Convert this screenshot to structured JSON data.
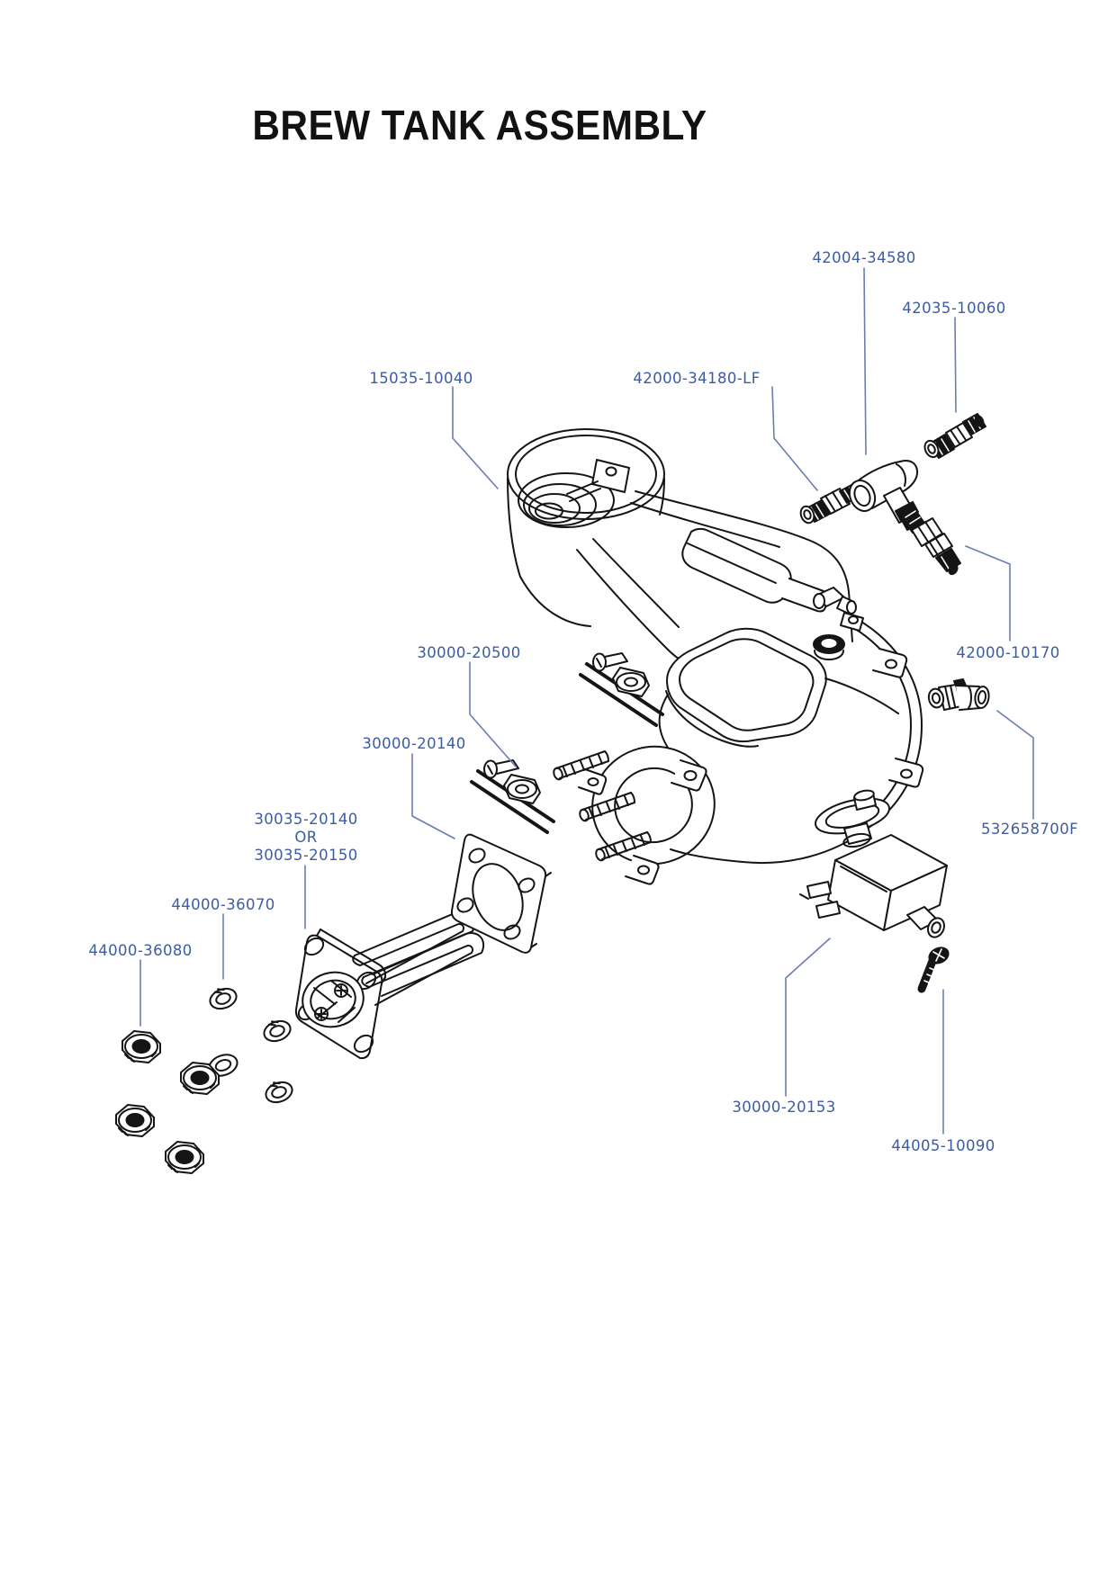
{
  "page": {
    "title": "BREW TANK ASSEMBLY"
  },
  "colors": {
    "label_text": "#3d5ca2",
    "leader_line": "#6a7db2",
    "line_art": "#151515",
    "background": "#ffffff"
  },
  "diagram": {
    "labels": [
      {
        "part_number": "15035-10040"
      },
      {
        "part_number": "42000-34180-LF"
      },
      {
        "part_number": "42004-34580"
      },
      {
        "part_number": "42035-10060"
      },
      {
        "part_number": "42000-10170"
      },
      {
        "part_number": "30000-20500"
      },
      {
        "part_number": "30000-20140"
      },
      {
        "part_number": "30035-20140",
        "separator": "OR",
        "alt_part_number": "30035-20150"
      },
      {
        "part_number": "44000-36070"
      },
      {
        "part_number": "44000-36080"
      },
      {
        "part_number": "532658700F"
      },
      {
        "part_number": "30000-20153"
      },
      {
        "part_number": "44005-10090"
      }
    ]
  }
}
